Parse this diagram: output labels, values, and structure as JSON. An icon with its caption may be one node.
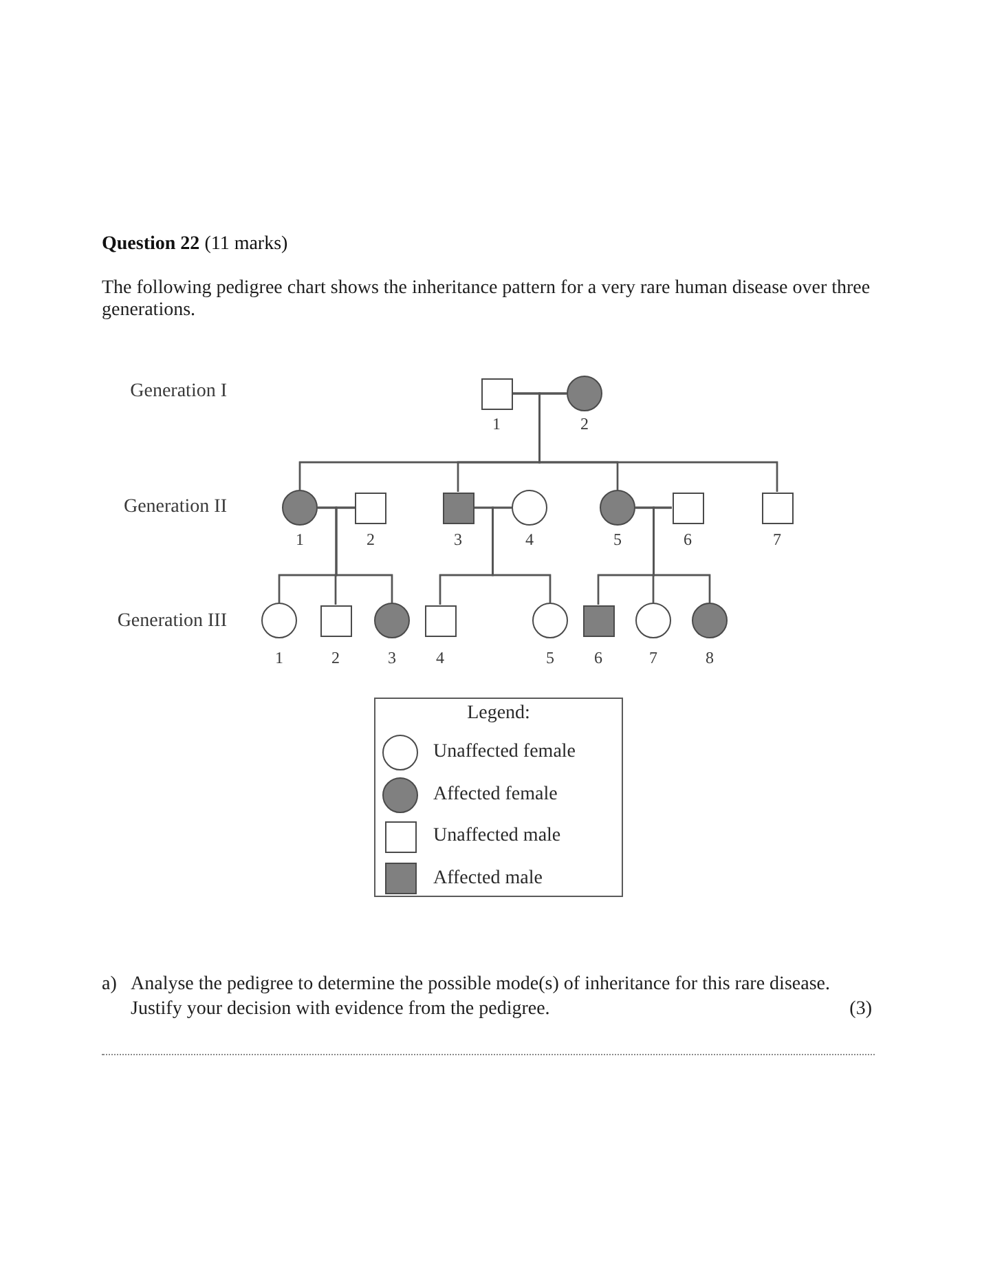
{
  "diagram": {
    "title": "**Question 22** (11 marks)",
    "nodes": [
      {
        "text": [],
        "shape": "box",
        "beside": [
          "1"
        ]
      },
      {
        "text": [],
        "shape": "disc",
        "beside": [
          "2"
        ]
      },
      {
        "text": [],
        "shape": "disc",
        "beside": [
          "1"
        ]
      },
      {
        "text": [],
        "shape": "box",
        "beside": [
          "2"
        ]
      },
      {
        "text": [],
        "shape": "block",
        "beside": [
          "3"
        ]
      },
      {
        "text": [],
        "shape": "circle",
        "beside": [
          "4"
        ]
      },
      {
        "text": [],
        "shape": "disc",
        "beside": [
          "5"
        ]
      },
      {
        "text": [],
        "shape": "box",
        "beside": [
          "6"
        ]
      },
      {
        "text": [],
        "shape": "box",
        "beside": [
          "7"
        ]
      },
      {
        "text": [],
        "shape": "circle",
        "beside": [
          "1"
        ]
      },
      {
        "text": [],
        "shape": "box",
        "beside": [
          "2"
        ]
      },
      {
        "text": [],
        "shape": "disc",
        "beside": [
          "3"
        ]
      },
      {
        "text": [],
        "shape": "box",
        "beside": [
          "4"
        ]
      },
      {
        "text": [],
        "shape": "circle",
        "beside": [
          "5"
        ]
      },
      {
        "text": [],
        "shape": "block",
        "beside": [
          "6"
        ]
      },
      {
        "text": [],
        "shape": "circle",
        "beside": [
          "7"
        ]
      },
      {
        "text": [],
        "shape": "disc",
        "beside": [
          "8"
        ]
      }
    ],
    "edges": [
      {
        "from": 0,
        "to": 1,
        "arrow": "none"
      },
      {
        "from": 0,
        "to": 2,
        "arrow": "none"
      },
      {
        "from": 0,
        "to": 4,
        "arrow": "none"
      },
      {
        "from": 0,
        "to": 6,
        "arrow": "none"
      },
      {
        "from": 0,
        "to": 8,
        "arrow": "none"
      },
      {
        "from": 1,
        "to": 2,
        "arrow": "none"
      },
      {
        "from": 1,
        "to": 4,
        "arrow": "none"
      },
      {
        "from": 1,
        "to": 6,
        "arrow": "none"
      },
      {
        "from": 1,
        "to": 8,
        "arrow": "none"
      },
      {
        "from": 2,
        "to": 3,
        "arrow": "none"
      },
      {
        "from": 2,
        "to": 9,
        "arrow": "none"
      },
      {
        "from": 2,
        "to": 10,
        "arrow": "none"
      },
      {
        "from": 2,
        "to": 11,
        "arrow": "none"
      },
      {
        "from": 3,
        "to": 9,
        "arrow": "none"
      },
      {
        "from": 3,
        "to": 10,
        "arrow": "none"
      },
      {
        "from": 3,
        "to": 11,
        "arrow": "none"
      },
      {
        "from": 4,
        "to": 5,
        "arrow": "none"
      },
      {
        "from": 4,
        "to": 12,
        "arrow": "none"
      },
      {
        "from": 4,
        "to": 13,
        "arrow": "none"
      },
      {
        "from": 5,
        "to": 12,
        "arrow": "none"
      },
      {
        "from": 5,
        "to": 13,
        "arrow": "none"
      },
      {
        "from": 6,
        "to": 7,
        "arrow": "none"
      },
      {
        "from": 6,
        "to": 14,
        "arrow": "none"
      },
      {
        "from": 6,
        "to": 15,
        "arrow": "none"
      },
      {
        "from": 6,
        "to": 16,
        "arrow": "none"
      },
      {
        "from": 7,
        "to": 14,
        "arrow": "none"
      },
      {
        "from": 7,
        "to": 15,
        "arrow": "none"
      },
      {
        "from": 7,
        "to": 16,
        "arrow": "none"
      }
    ],
    "labels": [
      "The following pedigree chart shows the inheritance pattern for a very rare human disease over three generations.",
      "Generation I",
      "Generation II",
      "Generation III",
      "Legend:",
      "a)",
      "Analyse the pedigree to determine the possible mode(s) of inheritance for this rare disease. Justify your decision with evidence from the pedigree.",
      "(3)"
    ],
    "legend": [
      {
        "text": "Unaffected female"
      },
      {
        "text": "Affected female"
      },
      {
        "text": "Unaffected male"
      },
      {
        "text": "Affected male"
      }
    ]
  }
}
